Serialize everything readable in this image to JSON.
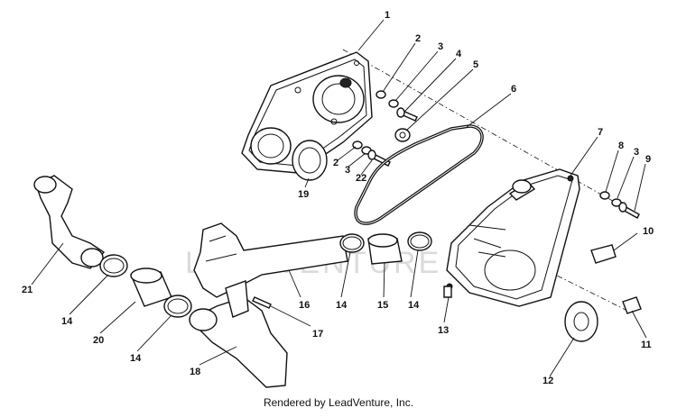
{
  "callouts": {
    "c1": "1",
    "c2a": "2",
    "c3a": "3",
    "c4": "4",
    "c5": "5",
    "c6": "6",
    "c2b": "2",
    "c3b": "3",
    "c22": "22",
    "c19": "19",
    "c7": "7",
    "c8": "8",
    "c3c": "3",
    "c9": "9",
    "c10": "10",
    "c11": "11",
    "c12": "12",
    "c13": "13",
    "c14a": "14",
    "c15": "15",
    "c14b": "14",
    "c16": "16",
    "c17": "17",
    "c18": "18",
    "c21": "21",
    "c14c": "14",
    "c20": "20",
    "c14d": "14"
  },
  "watermark": "LEADVENTURE",
  "footer": "Rendered by LeadVenture, Inc."
}
